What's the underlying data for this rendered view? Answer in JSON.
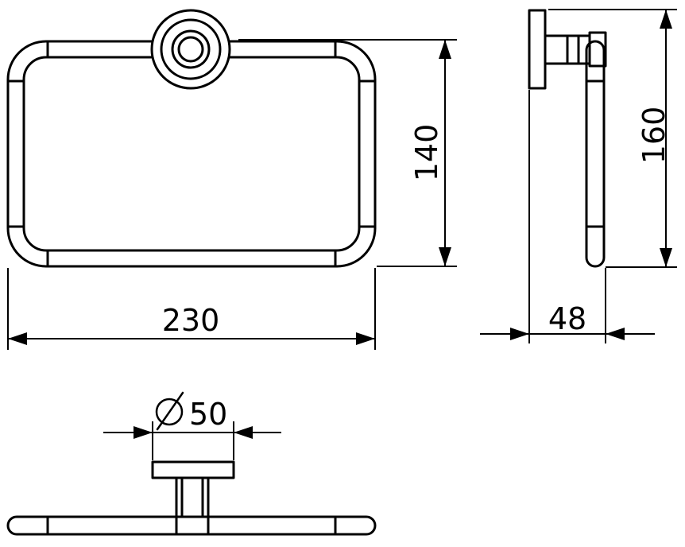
{
  "dimensions": {
    "width_label": "230",
    "height_label": "140",
    "total_height_label": "160",
    "depth_label": "48",
    "diameter_label": "50",
    "diameter_symbol": "⌀"
  }
}
